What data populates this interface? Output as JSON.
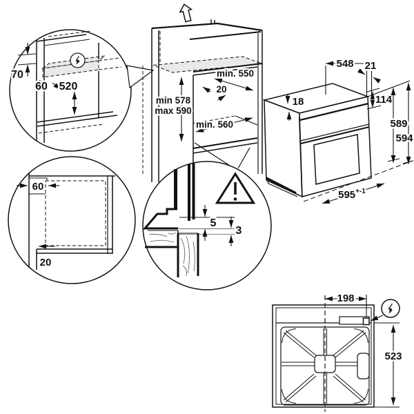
{
  "title": "Built-in oven installation dimensions diagram",
  "colors": {
    "line": "#111111",
    "shade": "#e9e9e9",
    "thin_gray": "#808080",
    "background": "#ffffff"
  },
  "icons": {
    "power": "high-voltage-circle-icon",
    "warning": "warning-triangle-icon",
    "direction": "up-arrow-icon"
  },
  "power_detail": {
    "d70": "70",
    "d60": "60",
    "d520": "520"
  },
  "cabinet": {
    "min550": "min. 550",
    "d20": "20",
    "min578": "min 578",
    "max590": "max 590",
    "min560": "min. 560"
  },
  "plan_detail": {
    "d60": "60",
    "d20": "20"
  },
  "gap_detail": {
    "d5": "5",
    "d3": "3"
  },
  "oven": {
    "d548": "548",
    "d21": "21",
    "d18": "18",
    "d114": "114",
    "d589": "589",
    "d594": "594",
    "d595": "595",
    "tolerance": "+-1"
  },
  "rear": {
    "d198": "198",
    "d523": "523"
  }
}
